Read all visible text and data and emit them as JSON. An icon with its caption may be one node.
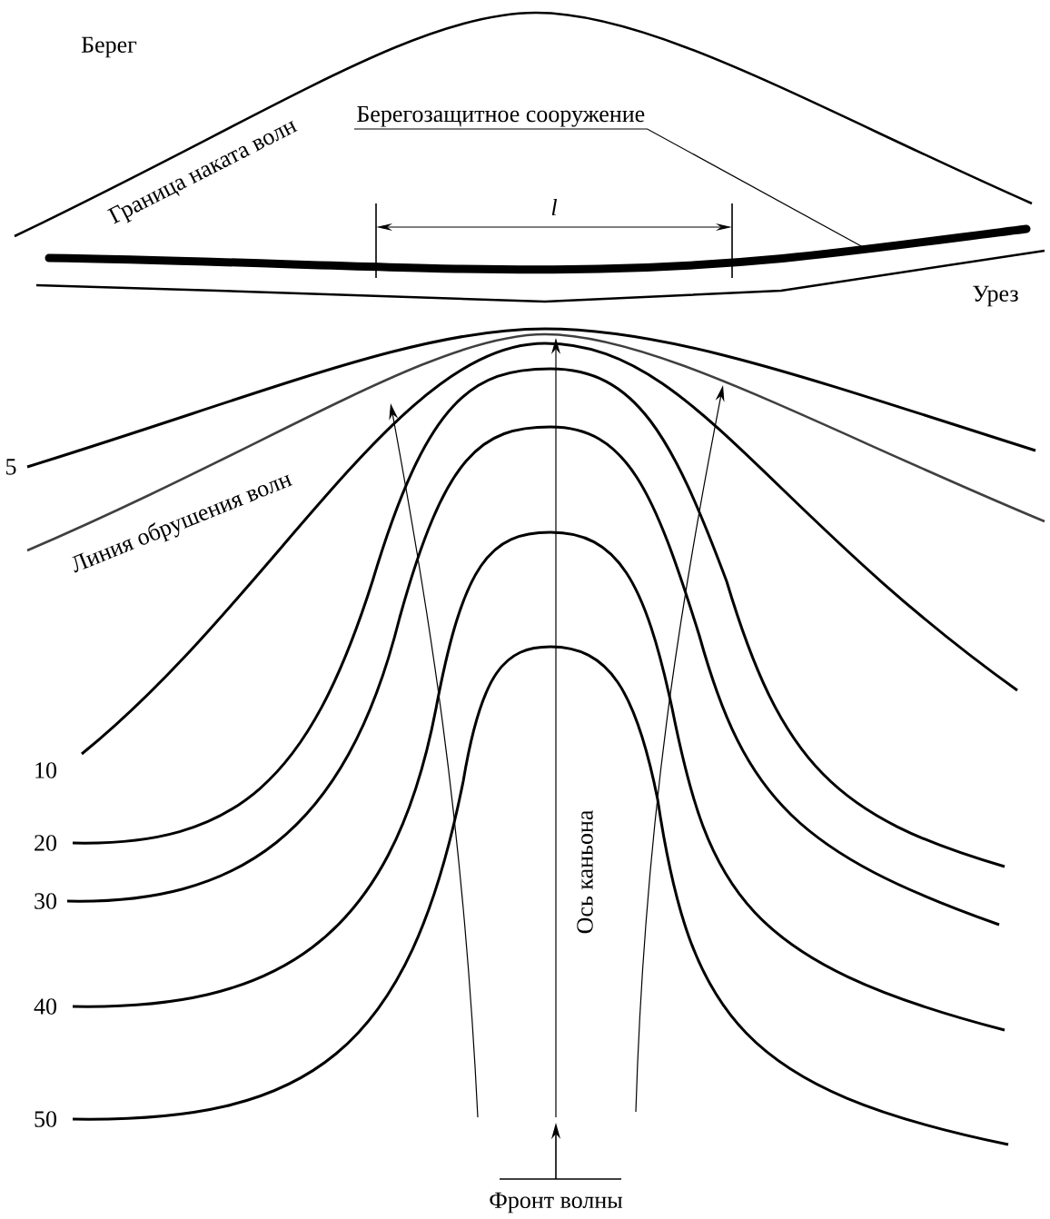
{
  "diagram": {
    "nodes": [
      {
        "text": [
          "Берегозащитное сооружение"
        ]
      },
      {
        "text": [],
        "shape": "bar"
      }
    ],
    "edges": [
      {
        "from": 0,
        "to": 1,
        "arrow": "none"
      }
    ],
    "labels": [
      "Берег",
      "Граница наката волн",
      "l",
      "Урез",
      "5",
      "Линия обрушения волн",
      "10",
      "20",
      "30",
      "40",
      "50",
      "Ось каньона",
      "Фронт волны"
    ]
  }
}
